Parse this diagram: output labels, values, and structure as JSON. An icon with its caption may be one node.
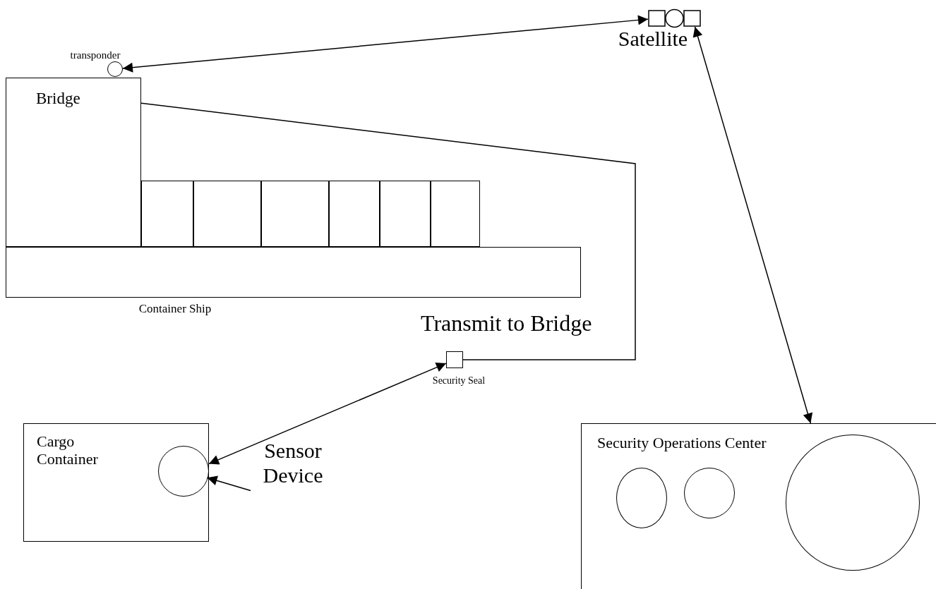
{
  "diagram": {
    "nodes": [
      {
        "text": [
          "Container Ship"
        ]
      },
      {
        "text": [
          "Bridge"
        ]
      },
      {
        "text": [],
        "shape": "box"
      },
      {
        "text": [],
        "shape": "box"
      },
      {
        "text": [],
        "shape": "box"
      },
      {
        "text": [],
        "shape": "box"
      },
      {
        "text": [],
        "shape": "box"
      },
      {
        "text": [],
        "shape": "box"
      },
      {
        "text": [
          "transponder"
        ]
      },
      {
        "text": [
          "Satellite"
        ]
      },
      {
        "text": [
          "Security Seal"
        ]
      },
      {
        "text": [
          "Cargo Container"
        ]
      },
      {
        "text": [],
        "shape": "circle",
        "in": 11
      },
      {
        "text": [
          "Sensor Device"
        ]
      },
      {
        "text": [
          "Security Operations Center"
        ]
      },
      {
        "text": [],
        "shape": "circle",
        "in": 14
      },
      {
        "text": [],
        "shape": "circle",
        "in": 14
      },
      {
        "text": [],
        "shape": "circle",
        "in": 14
      }
    ],
    "edges": [
      {
        "from": 9,
        "to": 8,
        "arrow": "both"
      },
      {
        "from": 9,
        "to": 14,
        "arrow": "both"
      },
      {
        "from": 1,
        "to": 10,
        "arrow": "none",
        "label": "Transmit to Bridge"
      },
      {
        "from": 10,
        "to": 11,
        "arrow": "both"
      },
      {
        "from": 13,
        "to": 12,
        "arrow": "to"
      }
    ]
  }
}
